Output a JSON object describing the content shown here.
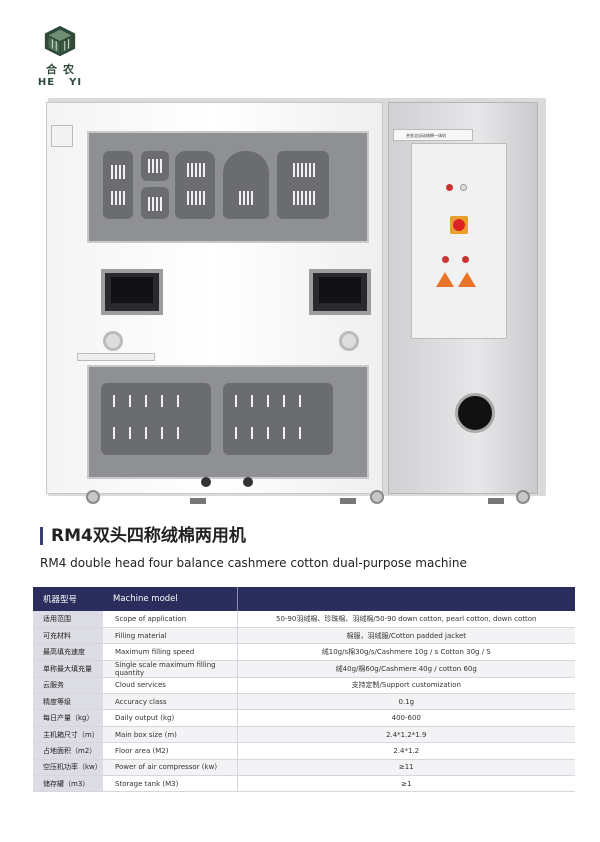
{
  "brand": {
    "name_cn": [
      "合",
      "农"
    ],
    "name_en": [
      "HE",
      "YI"
    ]
  },
  "machine_labels": {
    "control_panel_title": "合农全自动绒棉一体机"
  },
  "product": {
    "title_cn": "RM4双头四称绒棉两用机",
    "title_en": "RM4 double head four balance cashmere cotton dual-purpose machine"
  },
  "table": {
    "header": {
      "cn": "机器型号",
      "en": "Machine model",
      "value": ""
    },
    "rows": [
      {
        "cn": "适用范围",
        "en": "Scope of application",
        "value": "50-90羽绒棉、珍珠棉、羽绒棉/50-90 down cotton, pearl cotton, down cotton"
      },
      {
        "cn": "可充材料",
        "en": "Filling material",
        "value": "棉服，羽绒服/Cotton padded jacket"
      },
      {
        "cn": "最高填充速度",
        "en": "Maximum filling speed",
        "value": "绒10g/s棉30g/s/Cashmere 10g / s Cotton 30g / S"
      },
      {
        "cn": "单称最大填充量",
        "en": "Single scale maximum filling quantity",
        "value": "绒40g/棉60g/Cashmere 40g / cotton 60g"
      },
      {
        "cn": "云服务",
        "en": "Cloud services",
        "value": "支持定制/Support customization"
      },
      {
        "cn": "精度等级",
        "en": "Accuracy class",
        "value": "0.1g"
      },
      {
        "cn": "每日产量（kg）",
        "en": "Daily output (kg)",
        "value": "400-600"
      },
      {
        "cn": "主机箱尺寸（m）",
        "en": "Main box size (m)",
        "value": "2.4*1.2*1.9"
      },
      {
        "cn": "占地面积（m2）",
        "en": "Floor area (M2)",
        "value": "2.4*1.2"
      },
      {
        "cn": "空压机功率（kw）",
        "en": "Power of air compressor (kw)",
        "value": "≥11"
      },
      {
        "cn": "储存罐（m3）",
        "en": "Storage tank (M3)",
        "value": "≥1"
      }
    ]
  },
  "colors": {
    "header_bg": "#2b2d5c",
    "label_col_bg": "#dcdde4",
    "accent_bar": "#3a3d6e",
    "warning": "#e8742a"
  }
}
